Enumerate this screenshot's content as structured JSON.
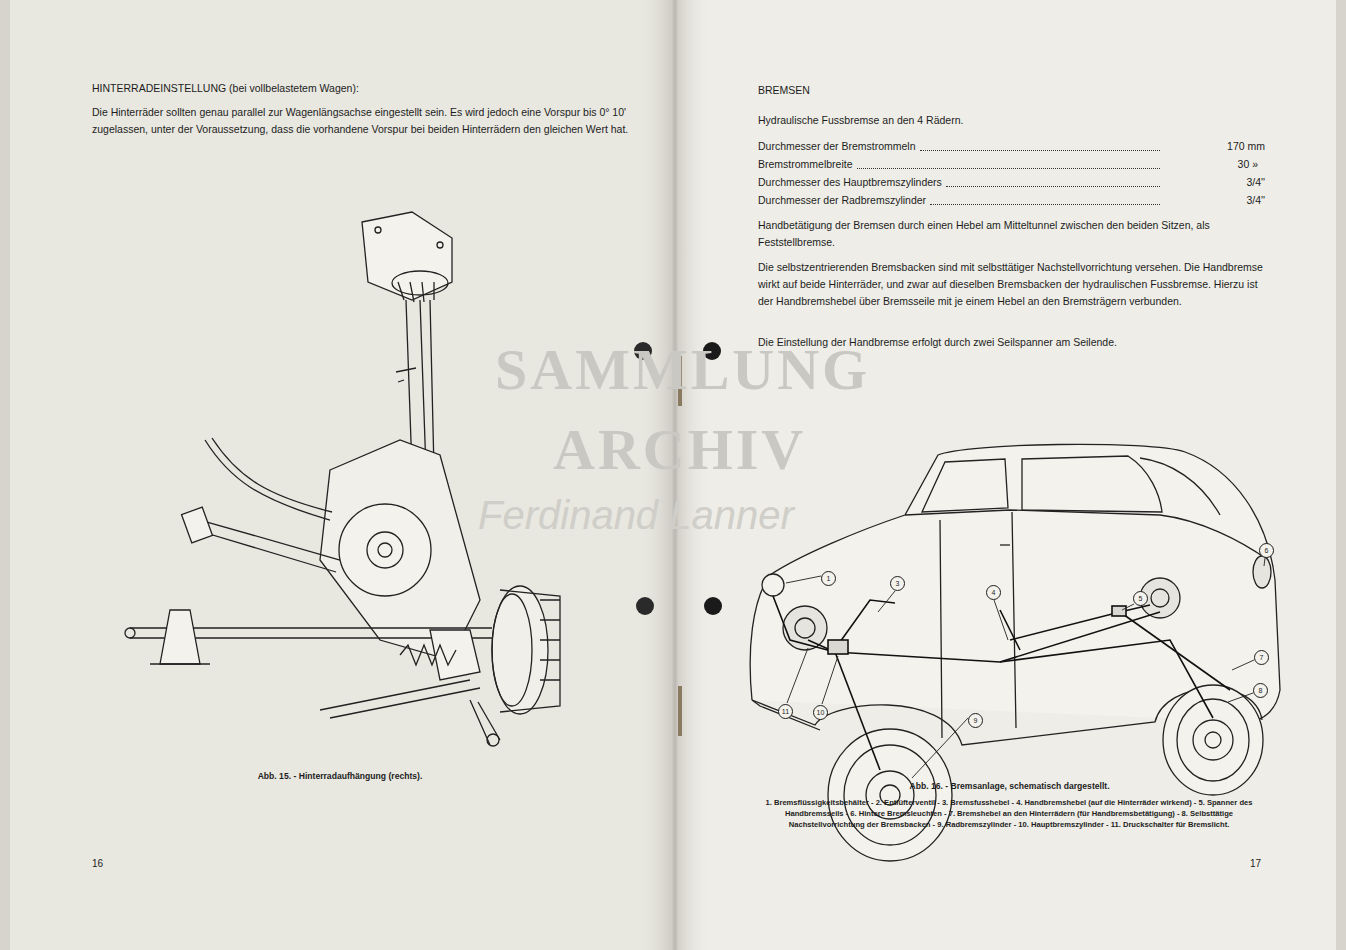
{
  "diagram": {
    "labels": [
      "SAMMLUNG",
      "ARCHIV",
      "Ferdinand Lanner",
      "HINTERRADEINSTELLUNG (bei vollbelastetem Wagen):",
      "Die Hinterräder sollten genau parallel zur Wagenlängsachse eingestellt sein. Es wird jedoch eine Vorspur bis 0° 10' zugelassen, unter der Voraussetzung, dass die vorhandene Vorspur bei beiden Hinterrädern den gleichen Wert hat.",
      "Abb. 15. - Hinterradaufhängung (rechts).",
      "16",
      "BREMSEN",
      "Hydraulische Fussbremse an den 4 Rädern.",
      "Durchmesser der Bremstrommeln",
      "170 mm",
      "Bremstrommelbreite",
      "30 »",
      "Durchmesser des Hauptbremszylinders",
      "3/4''",
      "Durchmesser der Radbremszylinder",
      "3/4''",
      "Handbetätigung der Bremsen durch einen Hebel am Mitteltunnel zwischen den beiden Sitzen, als Feststellbremse.",
      "Die selbstzentrierenden Bremsbacken sind mit selbsttätiger Nachstellvorrichtung versehen. Die Handbremse wirkt auf beide Hinterräder, und zwar auf dieselben Bremsbacken der hydraulischen Fussbremse. Hierzu ist der Handbremshebel über Bremsseile mit je einem Hebel an den Bremsträgern verbunden.",
      "Die Einstellung der Handbremse erfolgt durch zwei Seilspanner am Seilende.",
      "1",
      "3",
      "4",
      "5",
      "6",
      "7",
      "8",
      "9",
      "10",
      "11",
      "Abb. 16. - Bremsanlage, schematisch dargestellt.",
      "1. Bremsflüssigkeitsbehälter - 2. Entlüfterventil - 3. Bremsfusshebel - 4. Handbremshebel (auf die Hinterräder wirkend) - 5. Spanner des Handbremsseils - 6. Hintere Bremsleuchten - 7. Bremshebel an den Hinterrädern (für Handbremsbetätigung) - 8. Selbsttätige Nachstellvorrichtung der Bremsbacken - 9. Radbremszylinder - 10. Hauptbremszylinder - 11. Druckschalter für Bremslicht.",
      "17"
    ]
  }
}
